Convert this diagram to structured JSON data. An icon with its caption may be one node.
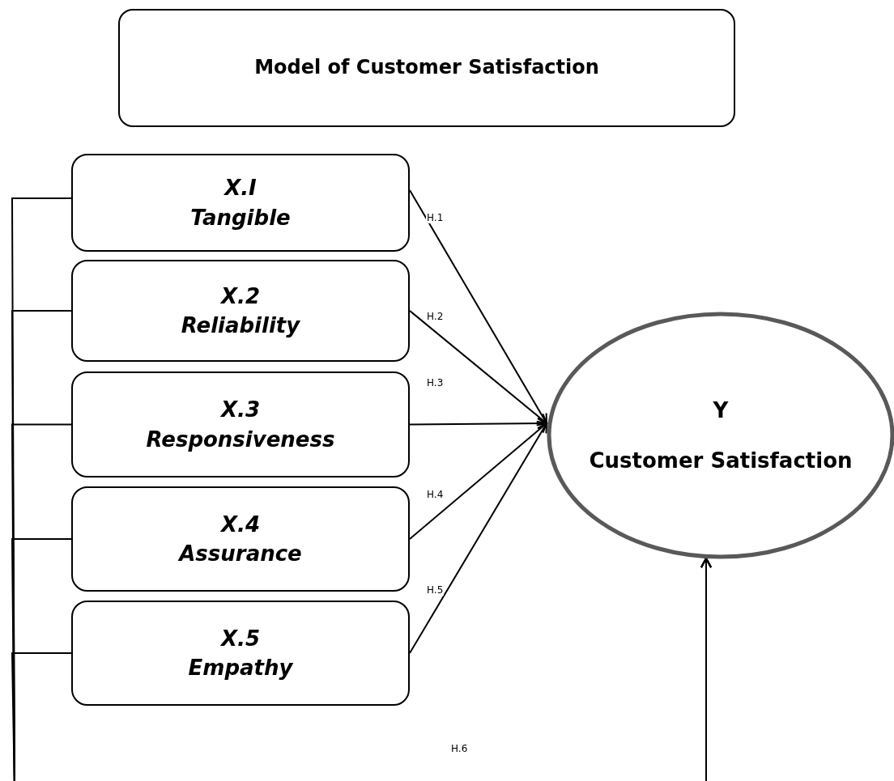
{
  "diagram": {
    "title": "Model of Customer Satisfaction",
    "nodes": [
      {
        "text": [
          "X.I",
          "Tangible"
        ]
      },
      {
        "text": [
          "X.2",
          "Reliability"
        ]
      },
      {
        "text": [
          "X.3",
          "Responsiveness"
        ]
      },
      {
        "text": [
          "X.4",
          "Assurance"
        ]
      },
      {
        "text": [
          "X.5",
          "Empathy"
        ]
      },
      {
        "text": [
          "Y",
          "Customer Satisfaction"
        ]
      }
    ],
    "edges": [
      {
        "from": 0,
        "to": 5,
        "arrow": "to",
        "label": "H.1"
      },
      {
        "from": 1,
        "to": 5,
        "arrow": "to",
        "label": "H.2"
      },
      {
        "from": 2,
        "to": 5,
        "arrow": "to",
        "label": "H.3"
      },
      {
        "from": 3,
        "to": 5,
        "arrow": "to",
        "label": "H.4"
      },
      {
        "from": 4,
        "to": 5,
        "arrow": "to",
        "label": "H.5"
      },
      {
        "from": 0,
        "to": 5,
        "arrow": "to",
        "label": "H.6"
      },
      {
        "from": 1,
        "to": 5,
        "arrow": "to"
      },
      {
        "from": 2,
        "to": 5,
        "arrow": "to"
      },
      {
        "from": 3,
        "to": 5,
        "arrow": "to"
      },
      {
        "from": 4,
        "to": 5,
        "arrow": "to"
      }
    ]
  }
}
